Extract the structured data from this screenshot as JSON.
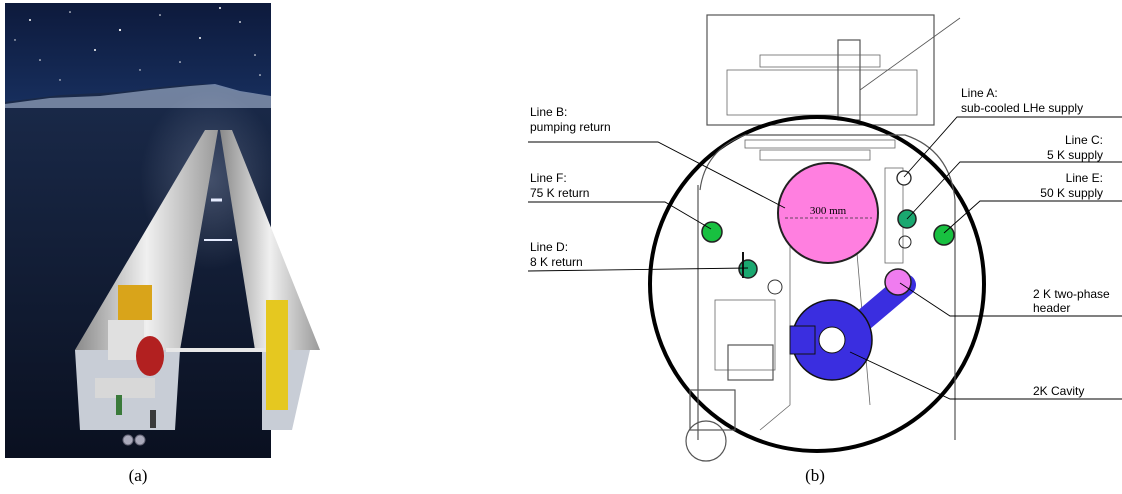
{
  "panel_a": {
    "caption": "(a)"
  },
  "panel_b": {
    "caption": "(b)",
    "dimension_label": "300 mm",
    "lines": [
      {
        "title": "Line A:",
        "desc": "sub-cooled LHe supply",
        "color": "#ffffff"
      },
      {
        "title": "Line B:",
        "desc": "pumping return",
        "color": "#ff7fe0"
      },
      {
        "title": "Line C:",
        "desc": "5 K supply",
        "color": "#1aa870"
      },
      {
        "title": "Line D:",
        "desc": "8 K return",
        "color": "#1aa870"
      },
      {
        "title": "Line E:",
        "desc": "50 K supply",
        "color": "#18c040"
      },
      {
        "title": "Line F:",
        "desc": "75 K return",
        "color": "#18c040"
      }
    ],
    "two_phase_header": {
      "line1": "2 K two-phase",
      "line2": "header",
      "color": "#f07cf0"
    },
    "cavity": {
      "label": "2K Cavity",
      "color": "#3a2ee0"
    }
  }
}
